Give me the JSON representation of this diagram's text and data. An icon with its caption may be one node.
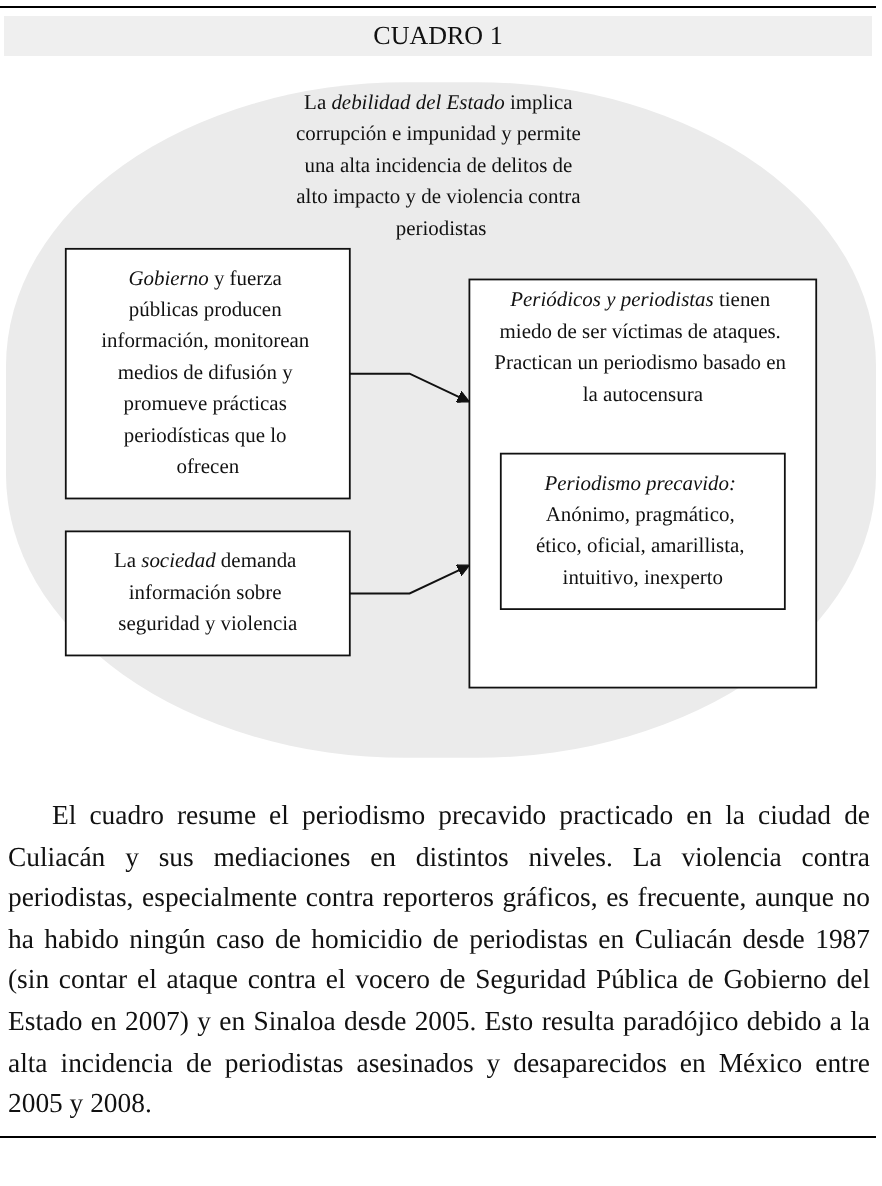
{
  "diagram": {
    "title": "CUADRO 1",
    "nodes": [
      {
        "text": [
          "La *debilidad del Estado* implica corrupción e impunidad y permite una alta incidencia de delitos de alto impacto y de violencia contra periodistas"
        ]
      },
      {
        "text": [
          "*Gobierno* y fuerza públicas producen información, monitorean medios de difusión y promueve prácticas periodísticas que lo ofrecen"
        ],
        "in": 0
      },
      {
        "text": [
          "La *sociedad* demanda información sobre seguridad y violencia"
        ],
        "in": 0
      },
      {
        "text": [
          "*Periódicos y periodistas* tienen miedo de ser víctimas de ataques. Practican un periodismo basado en la autocensura"
        ],
        "in": 0
      },
      {
        "text": [
          "*Periodismo precavido:* Anónimo, pragmático, ético, oficial, amarillista, intuitivo, inexperto"
        ],
        "in": 3
      }
    ],
    "edges": [
      {
        "from": 1,
        "to": 3,
        "arrow": "to"
      },
      {
        "from": 2,
        "to": 3,
        "arrow": "to"
      }
    ],
    "caption": "El cuadro resume el periodismo precavido practicado en la ciudad de Culiacán y sus mediaciones en distintos niveles. La violencia contra periodistas, especialmente contra reporteros gráficos, es frecuente, aunque no ha habido ningún caso de homicidio de periodistas en Culiacán desde 1987 (sin contar el ataque contra el vocero de Seguridad Pública de Gobierno del Estado en 2007) y en Sinaloa desde 2005. Esto resulta paradójico debido a la alta incidencia de periodistas asesinados y desaparecidos en México entre 2005 y 2008."
  }
}
